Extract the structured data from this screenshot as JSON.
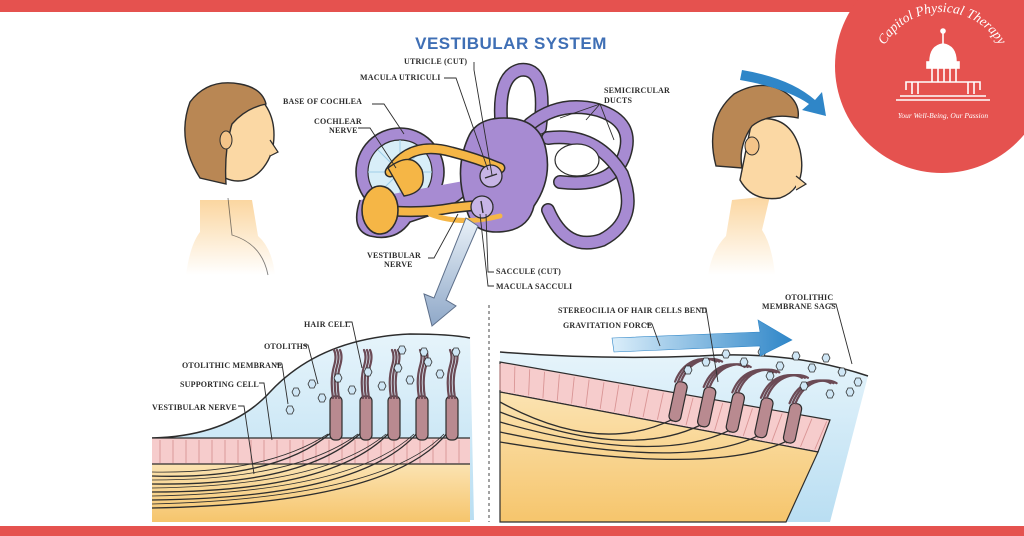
{
  "diagram": {
    "title": "VESTIBULAR SYSTEM",
    "labels": {
      "utricle": "UTRICLE (CUT)",
      "macula_utriculi": "MACULA UTRICULI",
      "base_of_cochlea": "BASE OF COCHLEA",
      "cochlear_nerve_1": "COCHLEAR",
      "cochlear_nerve_2": "NERVE",
      "semicircular_1": "SEMICIRCULAR",
      "semicircular_2": "DUCTS",
      "vestibular_nerve_1": "VESTIBULAR",
      "vestibular_nerve_2": "NERVE",
      "saccule": "SACCULE (CUT)",
      "macula_sacculi": "MACULA SACCULI",
      "hair_cell": "HAIR CELL",
      "otoliths": "OTOLITHS",
      "otolithic_membrane": "OTOLITHIC MEMBRANE",
      "supporting_cell": "SUPPORTING CELL",
      "vestibular_nerve_bottom": "VESTIBULAR NERVE",
      "stereocilia": "STEREOCILIA OF HAIR CELLS BEND",
      "gravitation": "GRAVITATION FORCE",
      "membrane_sags_1": "OTOLITHIC",
      "membrane_sags_2": "MEMBRANE SAGS"
    }
  },
  "logo": {
    "name": "Capitol Physical Therapy",
    "tagline": "Your Well-Being, Our Passion"
  },
  "colors": {
    "brand_red": "#e5524f",
    "title_blue": "#3f6fb5",
    "arrow_blue": "#2f86c8",
    "skin": "#fbd9a6",
    "hair": "#b98754",
    "purple": "#a78bd2",
    "nerve_orange": "#f5b646",
    "fluid_blue": "#d8eef8",
    "cell_pink": "#f6cccc"
  }
}
